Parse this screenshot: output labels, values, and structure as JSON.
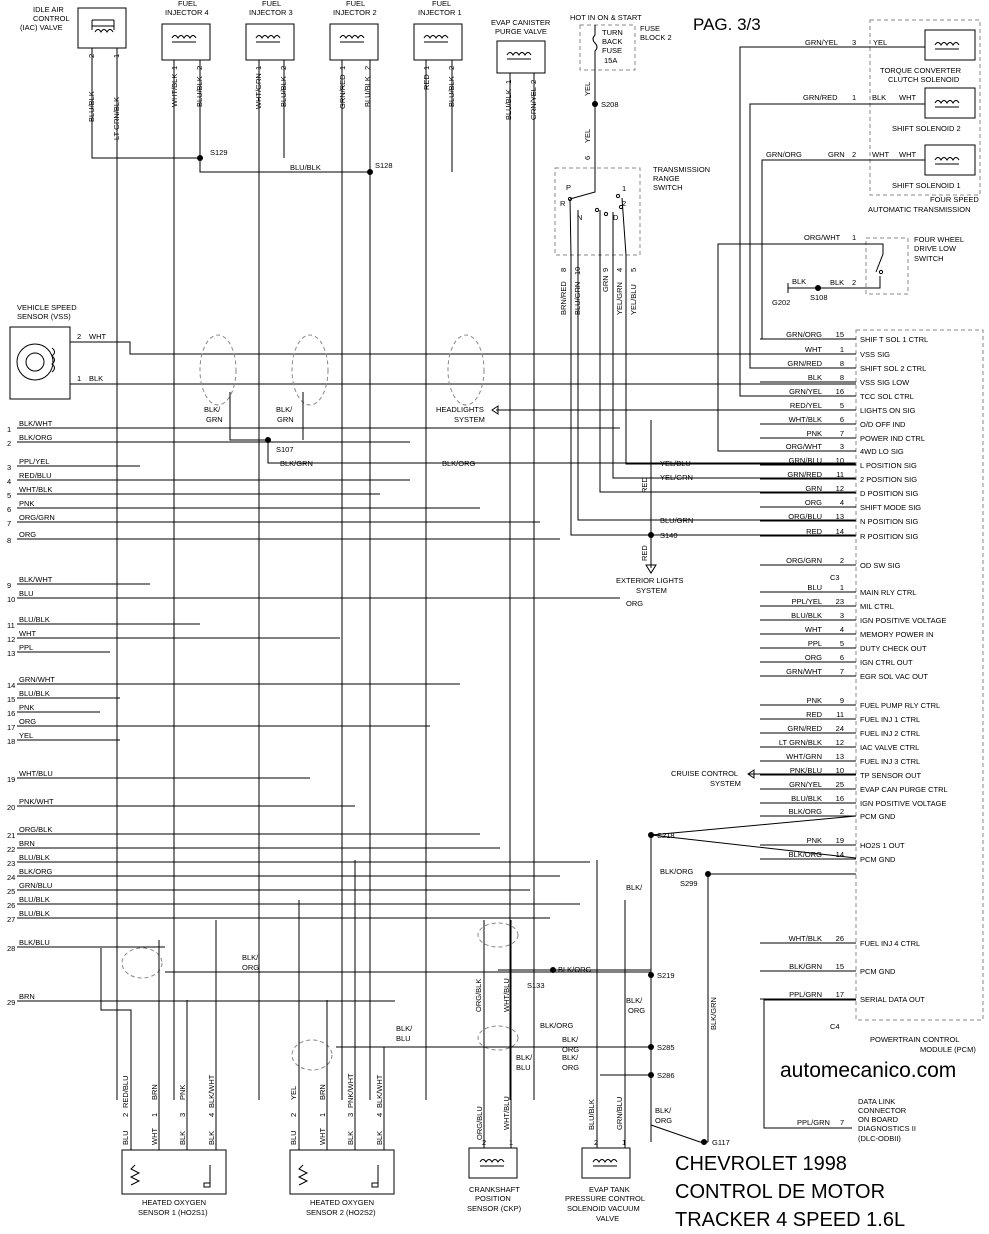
{
  "page": "PAG. 3/3",
  "website": "automecanico.com",
  "title_lines": [
    "CHEVROLET 1998",
    "CONTROL DE MOTOR",
    "TRACKER 4 SPEED 1.6L"
  ],
  "top_components": [
    {
      "name": "IDLE AIR CONTROL (IAC) VALVE",
      "lines": [
        "IDLE AIR",
        "CONTROL",
        "(IAC) VALVE"
      ],
      "pins": [
        "2",
        "1"
      ],
      "wires": [
        "BLU/BLK",
        "LT GRN/BLK"
      ]
    },
    {
      "name": "FUEL INJECTOR 4",
      "lines": [
        "FUEL",
        "INJECTOR 4"
      ],
      "pins": [
        "1",
        "2"
      ],
      "wires": [
        "WHT/BLK",
        "BLU/BLK"
      ]
    },
    {
      "name": "FUEL INJECTOR 3",
      "lines": [
        "FUEL",
        "INJECTOR 3"
      ],
      "pins": [
        "1",
        "2"
      ],
      "wires": [
        "WHT/GRN",
        "BLU/BLK"
      ]
    },
    {
      "name": "FUEL INJECTOR 2",
      "lines": [
        "FUEL",
        "INJECTOR 2"
      ],
      "pins": [
        "1",
        "2"
      ],
      "wires": [
        "GRN/RED",
        "BLU/BLK"
      ]
    },
    {
      "name": "FUEL INJECTOR 1",
      "lines": [
        "FUEL",
        "INJECTOR 1"
      ],
      "pins": [
        "1",
        "2"
      ],
      "wires": [
        "RED",
        "BLU/BLK"
      ]
    },
    {
      "name": "EVAP CANISTER PURGE VALVE",
      "lines": [
        "EVAP CANISTER",
        "PURGE VALVE"
      ],
      "pins": [
        "1",
        "2"
      ],
      "wires": [
        "BLU/BLK",
        "GRN/YEL"
      ]
    }
  ],
  "fuse": {
    "header": "HOT IN ON & START",
    "lines": [
      "TURN",
      "BACK",
      "FUSE",
      "15A"
    ],
    "block": [
      "FUSE",
      "BLOCK 2"
    ],
    "wire": "YEL",
    "splice": "S208",
    "pin": "6",
    "wire2": "YEL"
  },
  "splices": {
    "s129": "S129",
    "s128": "S128",
    "s128_wire": "BLU/BLK",
    "s107": "S107",
    "s140": "S140",
    "s218": "S218",
    "s219": "S219",
    "s285": "S285",
    "s286": "S286",
    "s299": "S299",
    "s133": "S133",
    "s108": "S108",
    "g202": "G202",
    "g117": "G117"
  },
  "trs": {
    "lines": [
      "TRANSMISSION",
      "RANGE",
      "SWITCH"
    ],
    "positions": [
      "P",
      "R",
      "N",
      "D",
      "1",
      "2"
    ],
    "pins": [
      "8",
      "10",
      "9",
      "4",
      "5"
    ],
    "wires": [
      "BRN/RED",
      "BLU/GRN",
      "GRN",
      "YEL/GRN",
      "YEL/BLU"
    ]
  },
  "transmission": {
    "solenoids": [
      {
        "wire": "GRN/YEL",
        "pin": "3",
        "wire2": "YEL",
        "label": [
          "TORQUE CONVERTER",
          "CLUTCH SOLENOID"
        ]
      },
      {
        "wire": "GRN/RED",
        "pin": "1",
        "wire2": "BLK",
        "wire3": "WHT",
        "label": [
          "SHIFT SOLENOID 2"
        ]
      },
      {
        "wire": "GRN/ORG",
        "pin": "2",
        "wire2": "GRN",
        "wire3": "WHT",
        "wire4": "WHT",
        "label": [
          "SHIFT SOLENOID 1"
        ]
      }
    ],
    "footer": [
      "FOUR SPEED",
      "AUTOMATIC TRANSMISSION"
    ]
  },
  "fwd_switch": {
    "lines": [
      "FOUR WHEEL",
      "DRIVE LOW",
      "SWITCH"
    ],
    "wire1": "ORG/WHT",
    "pin1": "1",
    "wire2": "BLK",
    "pin2": "2",
    "wire3": "BLK"
  },
  "vss": {
    "lines": [
      "VEHICLE SPEED",
      "SENSOR (VSS)"
    ],
    "pins": [
      "2",
      "1"
    ],
    "wires": [
      "WHT",
      "BLK"
    ]
  },
  "misc_labels": {
    "headlights": [
      "HEADLIGHTS",
      "SYSTEM"
    ],
    "exterior": [
      "EXTERIOR LIGHTS",
      "SYSTEM"
    ],
    "cruise": [
      "CRUISE CONTROL",
      "SYSTEM"
    ],
    "blk_grn_a": [
      "BLK/",
      "GRN"
    ],
    "blk_grn_b": [
      "BLK/",
      "GRN"
    ],
    "blk_grn_c": "BLK/GRN",
    "blk_org_a": "BLK/ORG",
    "yel_blu": "YEL/BLU",
    "yel_grn": "YEL/GRN",
    "red": "RED",
    "red2": "RED",
    "blu_grn": "BLU/GRN",
    "org": "ORG",
    "blk_org_s299": "BLK/ORG",
    "blk_slash": "BLK/",
    "blk_org_lower": [
      "BLK/",
      "ORG"
    ],
    "blk_org_s219": "BLK/ORG",
    "blk_org_s219b": [
      "BLK/",
      "ORG"
    ],
    "blk_blu_a": [
      "BLK/",
      "BLU"
    ],
    "blk_org_s285": "BLK/ORG",
    "blk_org_s285b": [
      "BLK/",
      "ORG"
    ],
    "blk_blu_b": [
      "BLK/",
      "BLU"
    ],
    "blk_org_s286": [
      "BLK/",
      "ORG"
    ],
    "blk_org_g117": [
      "BLK/",
      "ORG"
    ],
    "blk_grn_g117": "BLK/GRN",
    "org_blk_v": "ORG/BLK",
    "wht_blu_v": "WHT/BLU"
  },
  "left_pins": [
    {
      "num": "1",
      "wire": "BLK/WHT"
    },
    {
      "num": "2",
      "wire": "BLK/ORG"
    },
    {
      "num": "3",
      "wire": "PPL/YEL"
    },
    {
      "num": "4",
      "wire": "RED/BLU"
    },
    {
      "num": "5",
      "wire": "WHT/BLK"
    },
    {
      "num": "6",
      "wire": "PNK"
    },
    {
      "num": "7",
      "wire": "ORG/GRN"
    },
    {
      "num": "8",
      "wire": "ORG"
    },
    {
      "num": "9",
      "wire": "BLK/WHT"
    },
    {
      "num": "10",
      "wire": "BLU"
    },
    {
      "num": "11",
      "wire": "BLU/BLK"
    },
    {
      "num": "12",
      "wire": "WHT"
    },
    {
      "num": "13",
      "wire": "PPL"
    },
    {
      "num": "14",
      "wire": "GRN/WHT"
    },
    {
      "num": "15",
      "wire": "BLU/BLK"
    },
    {
      "num": "16",
      "wire": "PNK"
    },
    {
      "num": "17",
      "wire": "ORG"
    },
    {
      "num": "18",
      "wire": "YEL"
    },
    {
      "num": "19",
      "wire": "WHT/BLU"
    },
    {
      "num": "20",
      "wire": "PNK/WHT"
    },
    {
      "num": "21",
      "wire": "ORG/BLK"
    },
    {
      "num": "22",
      "wire": "BRN"
    },
    {
      "num": "23",
      "wire": "BLU/BLK"
    },
    {
      "num": "24",
      "wire": "BLK/ORG"
    },
    {
      "num": "25",
      "wire": "GRN/BLU"
    },
    {
      "num": "26",
      "wire": "BLU/BLK"
    },
    {
      "num": "27",
      "wire": "BLU/BLK"
    },
    {
      "num": "28",
      "wire": "BLK/BLU"
    },
    {
      "num": "29",
      "wire": "BRN"
    }
  ],
  "pcm_pins": [
    {
      "wire": "GRN/ORG",
      "pin": "15",
      "label": "SHIF T SOL 1 CTRL"
    },
    {
      "wire": "WHT",
      "pin": "1",
      "label": "VSS SIG"
    },
    {
      "wire": "GRN/RED",
      "pin": "8",
      "label": "SHIFT SOL 2 CTRL"
    },
    {
      "wire": "BLK",
      "pin": "8",
      "label": "VSS SIG LOW"
    },
    {
      "wire": "GRN/YEL",
      "pin": "16",
      "label": "TCC SOL CTRL"
    },
    {
      "wire": "RED/YEL",
      "pin": "5",
      "label": "LIGHTS ON SIG"
    },
    {
      "wire": "WHT/BLK",
      "pin": "6",
      "label": "O/D OFF IND"
    },
    {
      "wire": "PNK",
      "pin": "7",
      "label": "POWER IND CTRL"
    },
    {
      "wire": "ORG/WHT",
      "pin": "3",
      "label": "4WD LO SIG"
    },
    {
      "wire": "GRN/BLU",
      "pin": "10",
      "label": "L POSITION SIG"
    },
    {
      "wire": "GRN/RED",
      "pin": "11",
      "label": "2 POSITION SIG"
    },
    {
      "wire": "GRN",
      "pin": "12",
      "label": "D POSITION SIG"
    },
    {
      "wire": "ORG",
      "pin": "4",
      "label": "SHIFT MODE SIG"
    },
    {
      "wire": "ORG/BLU",
      "pin": "13",
      "label": "N POSITION SIG"
    },
    {
      "wire": "RED",
      "pin": "14",
      "label": "R POSITION SIG"
    },
    {
      "wire": "ORG/GRN",
      "pin": "2",
      "label": "OD SW SIG"
    },
    {
      "wire": "BLU",
      "pin": "1",
      "label": "MAIN RLY CTRL"
    },
    {
      "wire": "PPL/YEL",
      "pin": "23",
      "label": "MIL CTRL"
    },
    {
      "wire": "BLU/BLK",
      "pin": "3",
      "label": "IGN POSITIVE VOLTAGE"
    },
    {
      "wire": "WHT",
      "pin": "4",
      "label": "MEMORY POWER IN"
    },
    {
      "wire": "PPL",
      "pin": "5",
      "label": "DUTY CHECK OUT"
    },
    {
      "wire": "ORG",
      "pin": "6",
      "label": "IGN CTRL OUT"
    },
    {
      "wire": "GRN/WHT",
      "pin": "7",
      "label": "EGR SOL VAC OUT"
    },
    {
      "wire": "PNK",
      "pin": "9",
      "label": "FUEL PUMP RLY CTRL"
    },
    {
      "wire": "RED",
      "pin": "11",
      "label": "FUEL INJ 1 CTRL"
    },
    {
      "wire": "GRN/RED",
      "pin": "24",
      "label": "FUEL INJ 2 CTRL"
    },
    {
      "wire": "LT GRN/BLK",
      "pin": "12",
      "label": "IAC VALVE CTRL"
    },
    {
      "wire": "WHT/GRN",
      "pin": "13",
      "label": "FUEL INJ 3 CTRL"
    },
    {
      "wire": "PNK/BLU",
      "pin": "10",
      "label": "TP SENSOR OUT"
    },
    {
      "wire": "GRN/YEL",
      "pin": "25",
      "label": "EVAP CAN PURGE CTRL"
    },
    {
      "wire": "BLU/BLK",
      "pin": "16",
      "label": "IGN POSITIVE VOLTAGE"
    },
    {
      "wire": "BLK/ORG",
      "pin": "2",
      "label": "PCM GND"
    },
    {
      "wire": "PNK",
      "pin": "19",
      "label": "HO2S 1 OUT"
    },
    {
      "wire": "BLK/ORG",
      "pin": "14",
      "label": "PCM GND"
    },
    {
      "wire": "WHT/BLK",
      "pin": "26",
      "label": "FUEL INJ 4 CTRL"
    },
    {
      "wire": "BLK/GRN",
      "pin": "15",
      "label": "PCM GND"
    },
    {
      "wire": "PPL/GRN",
      "pin": "17",
      "label": "SERIAL DATA OUT"
    }
  ],
  "pcm": {
    "c3": "C3",
    "c4": "C4",
    "lines": [
      "POWERTRAIN CONTROL",
      "MODULE (PCM)"
    ]
  },
  "dlc": {
    "lines": [
      "DATA LINK",
      "CONNECTOR",
      "ON BOARD",
      "DIAGNOSTICS II",
      "(DLC-ODBII)"
    ],
    "wire": "PPL/GRN",
    "pin": "7"
  },
  "bottom_components": [
    {
      "lines": [
        "HEATED OXYGEN",
        "SENSOR 1 (HO2S1)"
      ],
      "pins": [
        "2",
        "1",
        "3",
        "4"
      ],
      "wires_top": [
        "RED/BLU",
        "BRN",
        "PNK",
        "BLK/WHT"
      ],
      "wires_bottom": [
        "BLU",
        "WHT",
        "BLK",
        "BLK"
      ]
    },
    {
      "lines": [
        "HEATED OXYGEN",
        "SENSOR 2 (HO2S2)"
      ],
      "pins": [
        "2",
        "1",
        "3",
        "4"
      ],
      "wires_top": [
        "YEL",
        "BRN",
        "PNK/WHT",
        "BLK/WHT"
      ],
      "wires_bottom": [
        "BLU",
        "WHT",
        "BLK",
        "BLK"
      ]
    },
    {
      "lines": [
        "CRANKSHAFT",
        "POSITION",
        "SENSOR (CKP)"
      ],
      "pins": [
        "2",
        "1"
      ],
      "wires": [
        "ORG/BLU",
        "WHT/BLU"
      ]
    },
    {
      "lines": [
        "EVAP TANK",
        "PRESSURE CONTROL",
        "SOLENOID VACUUM",
        "VALVE"
      ],
      "pins": [
        "2",
        "1"
      ],
      "wires": [
        "BLU/BLK",
        "GRN/BLU"
      ]
    }
  ]
}
